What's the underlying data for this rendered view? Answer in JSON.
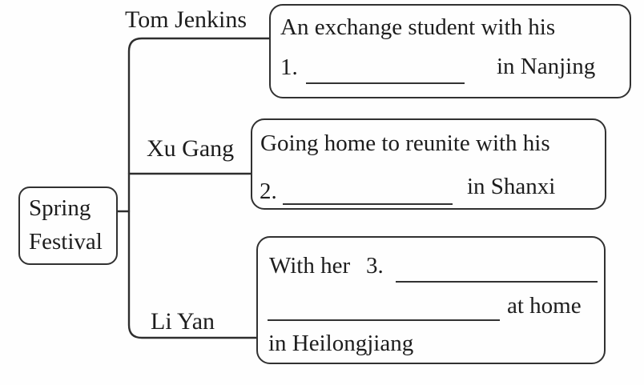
{
  "diagram": {
    "root": {
      "line1": "Spring",
      "line2": "Festival"
    },
    "branches": [
      {
        "label": "Tom Jenkins",
        "card": {
          "line1": "An exchange student with his",
          "blank_number": "1.",
          "suffix": "in Nanjing"
        }
      },
      {
        "label": "Xu Gang",
        "card": {
          "line1": "Going home to reunite with his",
          "blank_number": "2.",
          "suffix": "in Shanxi"
        }
      },
      {
        "label": "Li Yan",
        "card": {
          "prefix": "With her",
          "blank_number": "3.",
          "suffix": "at home",
          "line3": "in Heilongjiang"
        }
      }
    ],
    "colors": {
      "ink": "#2e2e2e",
      "background": "#fefefe"
    }
  }
}
